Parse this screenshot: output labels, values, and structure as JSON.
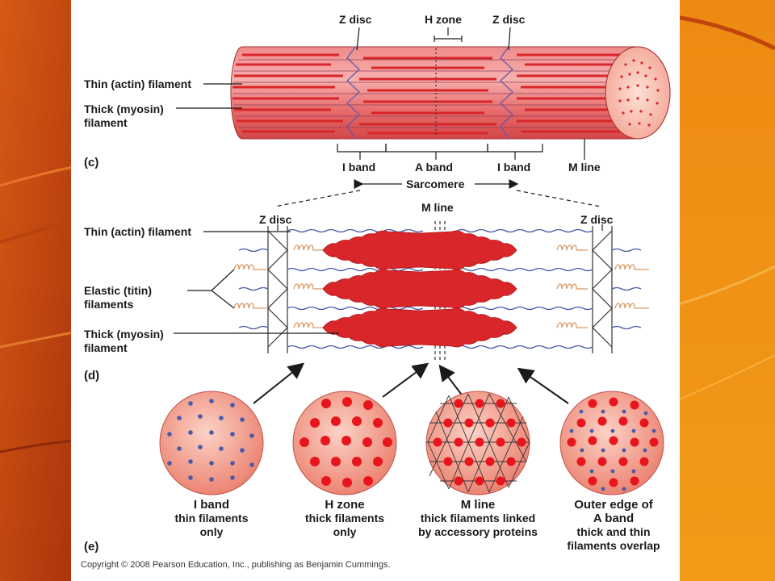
{
  "colors": {
    "background": "#c24a12",
    "panel": "#ffffff",
    "muscle": "#d8262a",
    "thin_filament": "#4a5aa8",
    "titin": "#d99a66"
  },
  "panel_c": {
    "z_disc_left": "Z disc",
    "h_zone": "H zone",
    "z_disc_right": "Z disc",
    "thin_filament": "Thin (actin) filament",
    "thick_filament_1": "Thick (myosin)",
    "thick_filament_2": "filament",
    "letter": "(c)",
    "i_band_left": "I band",
    "a_band": "A band",
    "i_band_right": "I band",
    "m_line": "M line",
    "sarcomere": "Sarcomere"
  },
  "panel_d": {
    "z_disc_left": "Z disc",
    "m_line": "M line",
    "z_disc_right": "Z disc",
    "thin_filament": "Thin (actin) filament",
    "elastic_1": "Elastic (titin)",
    "elastic_2": "filaments",
    "thick_1": "Thick (myosin)",
    "thick_2": "filament",
    "letter": "(d)"
  },
  "panel_e": {
    "letter": "(e)",
    "sections": [
      {
        "title": "I band",
        "line1": "thin filaments",
        "line2": "only"
      },
      {
        "title": "H zone",
        "line1": "thick filaments",
        "line2": "only"
      },
      {
        "title": "M line",
        "line1": "thick filaments linked",
        "line2": "by accessory proteins"
      },
      {
        "title": "Outer edge of",
        "title2": "A band",
        "line1": "thick and thin",
        "line2": "filaments overlap"
      }
    ]
  },
  "copyright": "Copyright © 2008 Pearson Education, Inc., publishing as Benjamin Cummings."
}
